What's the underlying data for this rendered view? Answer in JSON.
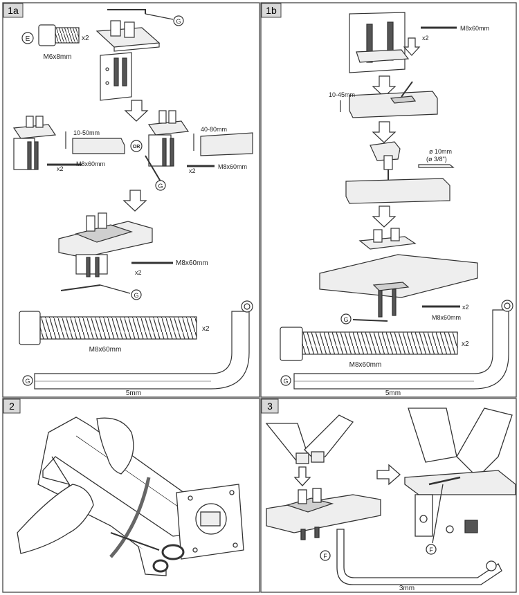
{
  "panels": {
    "p1a": {
      "label": "1a"
    },
    "p1b": {
      "label": "1b"
    },
    "p2": {
      "label": "2"
    },
    "p3": {
      "label": "3"
    }
  },
  "callouts": {
    "E": "E",
    "G": "G",
    "F": "F",
    "OR": "OR"
  },
  "labels": {
    "m6x8": "M6x8mm",
    "m8x60": "M8x60mm",
    "x2": "x2",
    "range_10_50": "10-50mm",
    "range_40_80": "40-80mm",
    "range_10_45": "10-45mm",
    "drill_10": "ø 10mm",
    "drill_38": "(ø 3/8\")",
    "hex5": "5mm",
    "hex3": "3mm"
  },
  "colors": {
    "line": "#333333",
    "panel_border": "#444444",
    "label_bg": "#d9d9d9",
    "fill_light": "#eeeeee",
    "fill_mid": "#cfcfcf"
  }
}
